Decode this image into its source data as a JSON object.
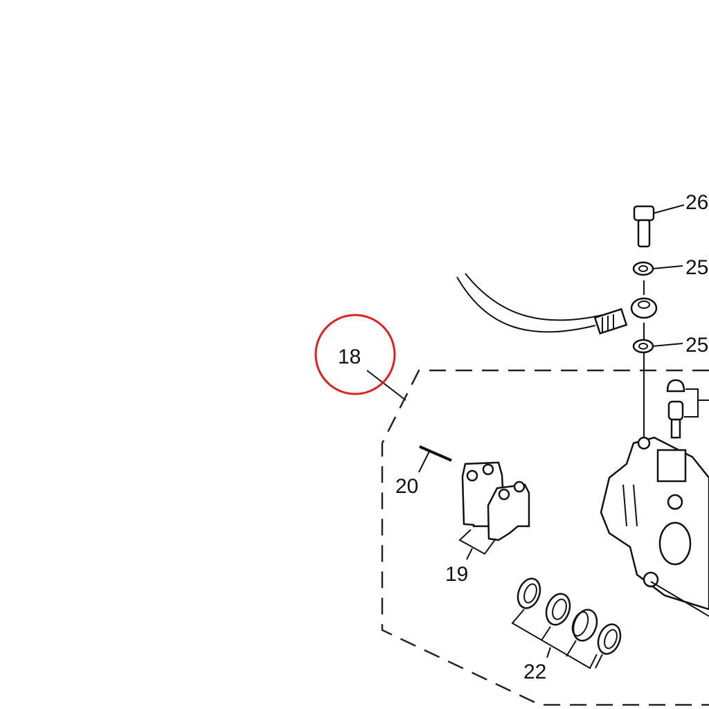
{
  "diagram": {
    "callouts": {
      "c26": "26",
      "c25a": "25",
      "c25b": "25",
      "c18": "18",
      "c20": "20",
      "c19": "19",
      "c22": "22"
    },
    "highlight_color": "#e02020"
  }
}
